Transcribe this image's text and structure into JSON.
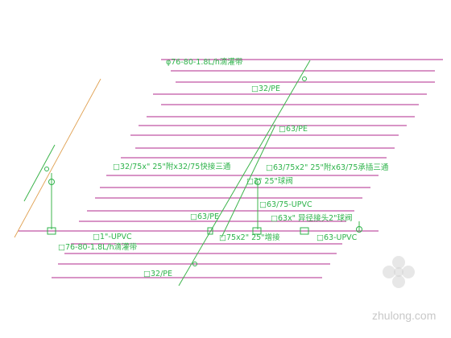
{
  "colors": {
    "background": "#ffffff",
    "floor_line": "#b0288c",
    "annotation": "#2db34a",
    "riser": "#3cb44b",
    "oblique": "#e0a050",
    "fitting": "#2db34a",
    "watermark": "#d0d0d0"
  },
  "labels": {
    "l1": "φ76-80-1.8L/h滴灌带",
    "l2": "□32/PE",
    "l3": "□63/PE",
    "l4": "□32/75x\"  25\"附x32/75快接三通",
    "l5": "□63/75x2\"  25\"附x63/75承插三通",
    "l6": "□2\"  25\"球阀",
    "l7": "□63/75-UPVC",
    "l8": "□63/PE",
    "l9": "□63x\"  异径接头2\"球阀",
    "l10": "□1\"-UPVC",
    "l11": "□75x2\"  25\"增接",
    "l12": "□63-UPVC",
    "l13": "□76-80-1.8L/h滴灌带",
    "l14": "□32/PE"
  },
  "watermark": {
    "text": "zhulong.com",
    "logo": "zhulong-flower-logo"
  }
}
